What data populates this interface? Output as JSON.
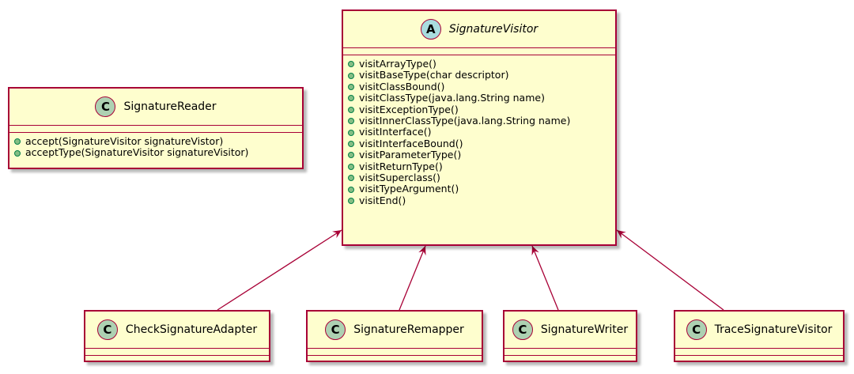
{
  "classes": {
    "signature_reader": {
      "stereotype": "C",
      "name": "SignatureReader",
      "methods": [
        "accept(SignatureVisitor signatureVistor)",
        "acceptType(SignatureVisitor signatureVisitor)"
      ]
    },
    "signature_visitor": {
      "stereotype": "A",
      "name": "SignatureVisitor",
      "methods": [
        "visitArrayType()",
        "visitBaseType(char descriptor)",
        "visitClassBound()",
        "visitClassType(java.lang.String name)",
        "visitExceptionType()",
        "visitInnerClassType(java.lang.String name)",
        "visitInterface()",
        "visitInterfaceBound()",
        "visitParameterType()",
        "visitReturnType()",
        "visitSuperclass()",
        "visitTypeArgument()",
        "visitEnd()"
      ]
    },
    "check_signature_adapter": {
      "stereotype": "C",
      "name": "CheckSignatureAdapter"
    },
    "signature_remapper": {
      "stereotype": "C",
      "name": "SignatureRemapper"
    },
    "signature_writer": {
      "stereotype": "C",
      "name": "SignatureWriter"
    },
    "trace_signature_visitor": {
      "stereotype": "C",
      "name": "TraceSignatureVisitor"
    }
  },
  "colors": {
    "class_fill": "#FEFECE",
    "border": "#A80036",
    "class_badge": "#ADD1B2",
    "abstract_badge": "#A9DCDF",
    "public_method": "#84BE84",
    "edge": "#A80036"
  }
}
